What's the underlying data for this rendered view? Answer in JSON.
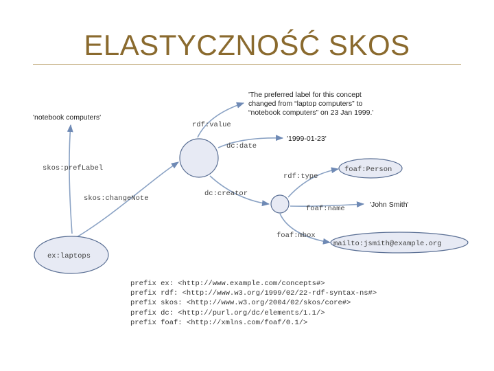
{
  "title": "ELASTYCZNOŚĆ SKOS",
  "nodes": {
    "laptops": "ex:laptops",
    "person": "foaf:Person",
    "mailto": "mailto:jsmith@example.org"
  },
  "literals": {
    "notebook": "'notebook computers'",
    "note_line1": "'The preferred label for this concept",
    "note_line2": "changed from “laptop computers” to",
    "note_line3": "“notebook computers” on 23 Jan 1999.'",
    "date": "'1999-01-23'",
    "name": "'John Smith'"
  },
  "edges": {
    "rdf_value": "rdf:value",
    "dc_date": "dc:date",
    "skos_pref_label": "skos:prefLabel",
    "rdf_type": "rdf:type",
    "dc_creator": "dc:creator",
    "skos_change_note": "skos:changeNote",
    "foaf_name": "foaf:name",
    "foaf_mbox": "foaf:mbox"
  },
  "prefixes": [
    "prefix ex: <http://www.example.com/concepts#>",
    "prefix rdf: <http://www.w3.org/1999/02/22-rdf-syntax-ns#>",
    "prefix skos: <http://www.w3.org/2004/02/skos/core#>",
    "prefix dc: <http://purl.org/dc/elements/1.1/>",
    "prefix foaf: <http://xmlns.com/foaf/0.1/>"
  ]
}
